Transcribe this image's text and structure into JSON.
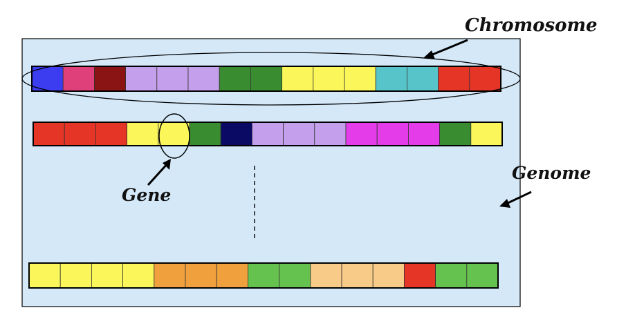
{
  "labels": {
    "chromosome": "Chromosome",
    "gene": "Gene",
    "genome": "Genome"
  },
  "colors": {
    "genome_background": "#d4e8f8",
    "outline": "#000000",
    "cell_border": "#333333"
  },
  "chromosomes": [
    {
      "name": "chromosome-1",
      "genes": [
        "#3c3cf0",
        "#e0407a",
        "#8a1414",
        "#c4a0ec",
        "#c4a0ec",
        "#c4a0ec",
        "#3a8c30",
        "#3a8c30",
        "#fbf75a",
        "#fbf75a",
        "#fbf75a",
        "#56c4c8",
        "#56c4c8",
        "#e53527",
        "#e53527"
      ]
    },
    {
      "name": "chromosome-2",
      "genes": [
        "#e53527",
        "#e53527",
        "#e53527",
        "#fbf75a",
        "#fbf75a",
        "#3a8c30",
        "#0a0a64",
        "#c4a0ec",
        "#c4a0ec",
        "#c4a0ec",
        "#e53ce9",
        "#e53ce9",
        "#e53ce9",
        "#3a8c30",
        "#fbf75a"
      ]
    },
    {
      "name": "chromosome-3",
      "genes": [
        "#fbf75a",
        "#fbf75a",
        "#fbf75a",
        "#fbf75a",
        "#f0a03c",
        "#f0a03c",
        "#f0a03c",
        "#66c24e",
        "#66c24e",
        "#f8cc88",
        "#f8cc88",
        "#f8cc88",
        "#e53527",
        "#66c24e",
        "#66c24e"
      ]
    }
  ]
}
